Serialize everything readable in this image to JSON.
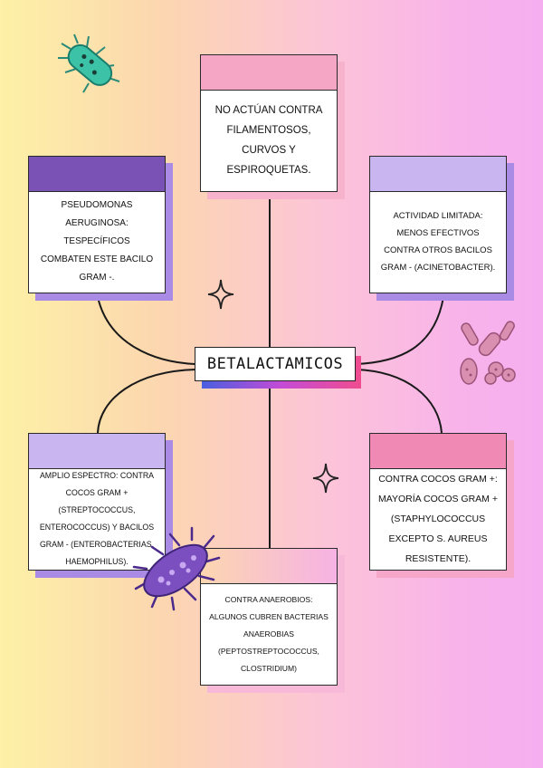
{
  "title": "BETALACTAMICOS",
  "colors": {
    "purple_dark": "#7a4fb8",
    "purple_light": "#c8b4f0",
    "pink": "#f4a6c4",
    "pink_dark": "#f08ab4",
    "shadow_purple": "#a98be6",
    "shadow_pink": "#f6a6c8"
  },
  "cards": {
    "top": "NO ACTÚAN CONTRA FILAMENTOSOS, CURVOS Y ESPIROQUETAS.",
    "upper_left": "PSEUDOMONAS AERUGINOSA: TESPECÍFICOS COMBATEN ESTE BACILO GRAM -.",
    "upper_right": "ACTIVIDAD LIMITADA: MENOS EFECTIVOS CONTRA OTROS BACILOS GRAM - (ACINETOBACTER).",
    "lower_left": "AMPLIO ESPECTRO: CONTRA COCOS GRAM + (STREPTOCOCCUS, ENTEROCOCCUS) Y BACILOS GRAM - (ENTEROBACTERIAS, HAEMOPHILUS).",
    "lower_right": "CONTRA COCOS GRAM +: MAYORÍA COCOS GRAM + (STAPHYLOCOCCUS EXCEPTO S. AUREUS RESISTENTE).",
    "bottom": "CONTRA ANAEROBIOS: ALGUNOS CUBREN BACTERIAS ANAEROBIAS (PEPTOSTREPTOCOCCUS, CLOSTRIDIUM)"
  },
  "icons": [
    "bacillus-green-icon",
    "sparkle-icon",
    "bacteria-cluster-icon",
    "virus-purple-icon"
  ]
}
